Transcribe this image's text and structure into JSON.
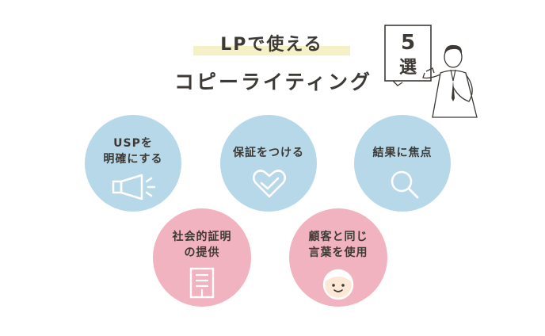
{
  "title": {
    "line1": "LPで使える",
    "line2": "コピーライティング"
  },
  "badge": {
    "number": "5",
    "unit": "選"
  },
  "items": [
    {
      "lines": [
        "USPを",
        "明確にする"
      ],
      "color": "#b7d8e9",
      "icon": "megaphone-icon"
    },
    {
      "lines": [
        "保証をつける"
      ],
      "color": "#b7d8e9",
      "icon": "heart-check-icon"
    },
    {
      "lines": [
        "結果に焦点"
      ],
      "color": "#b7d8e9",
      "icon": "magnifier-icon"
    },
    {
      "lines": [
        "社会的証明",
        "の提供"
      ],
      "color": "#f2b3c0",
      "icon": "building-icon"
    },
    {
      "lines": [
        "顧客と同じ",
        "言葉を使用"
      ],
      "color": "#f2b3c0",
      "icon": "face-icon"
    }
  ]
}
